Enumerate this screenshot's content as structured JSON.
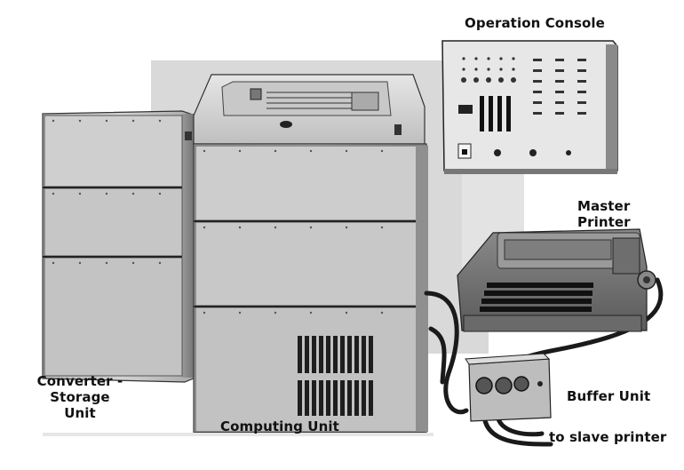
{
  "labels": {
    "operation_console": "Operation Console",
    "master_printer": "Master Printer",
    "converter_storage_line1": "Converter - Storage",
    "converter_storage_line2": "Unit",
    "computing_unit": "Computing Unit",
    "buffer_unit": "Buffer Unit",
    "slave_printer": "to slave printer"
  }
}
